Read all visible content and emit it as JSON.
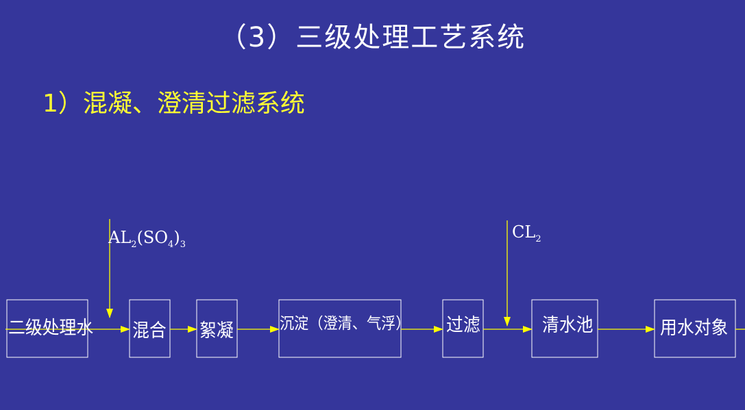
{
  "title": "（3）三级处理工艺系统",
  "subtitle": "1）混凝、澄清过滤系统",
  "flow": {
    "boxes": [
      {
        "label": "二级处理水"
      },
      {
        "label": "混合"
      },
      {
        "label": "絮凝"
      },
      {
        "label": "沉淀（澄清、气浮）"
      },
      {
        "label": "过滤"
      },
      {
        "label": "清水池"
      },
      {
        "label": "用水对象"
      }
    ],
    "reagents": [
      {
        "base": "AL",
        "sub1": "2",
        "mid": "(SO",
        "sub2": "4",
        "end": ")",
        "sub3": "3"
      },
      {
        "base": "CL",
        "sub1": "2"
      }
    ]
  },
  "colors": {
    "background": "#35369b",
    "title_text": "#ffffff",
    "subtitle_text": "#ffff33",
    "lines": "#ffff00",
    "box_border": "#ffffff"
  }
}
